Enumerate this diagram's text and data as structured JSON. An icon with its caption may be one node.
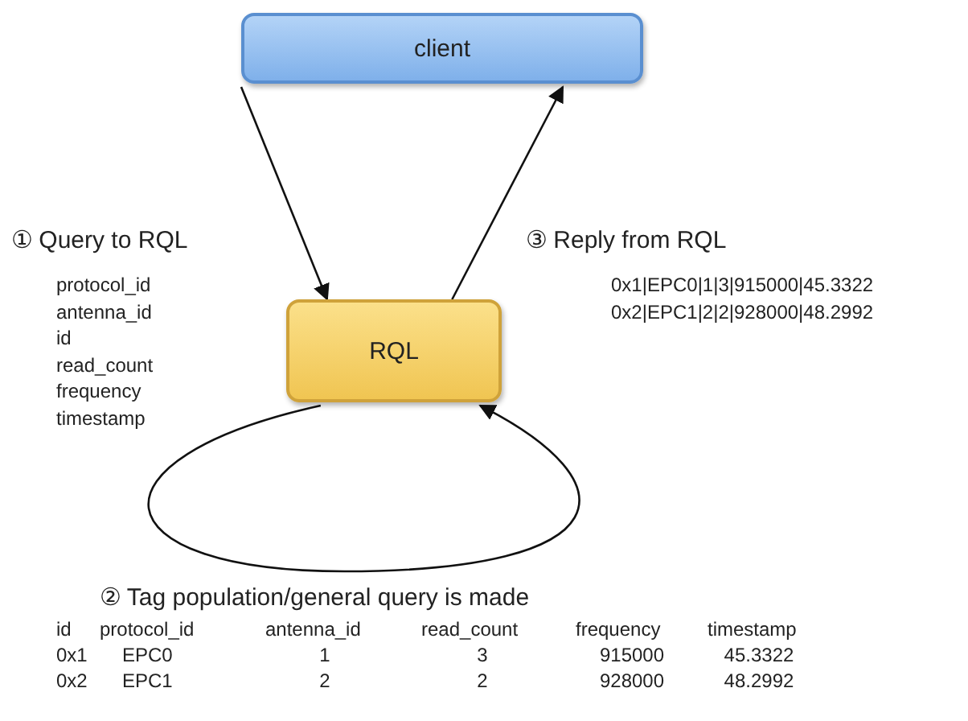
{
  "diagram": {
    "nodes": [
      {
        "text": [
          "client"
        ]
      },
      {
        "text": [
          "RQL"
        ]
      }
    ],
    "edges": [
      {
        "from": 0,
        "to": 1,
        "arrow": "to",
        "label": "① Query to RQL"
      },
      {
        "from": 1,
        "to": 0,
        "arrow": "to",
        "label": "③ Reply from RQL"
      },
      {
        "from": 1,
        "to": 1,
        "arrow": "to",
        "label": "② Tag population/general query is made"
      }
    ],
    "labels": [
      "protocol_id",
      "antenna_id",
      "id",
      "read_count",
      "frequency",
      "timestamp",
      "0x1|EPC0|1|3|915000|45.3322",
      "0x2|EPC1|2|2|928000|48.2992",
      "id",
      "protocol_id",
      "antenna_id",
      "read_count",
      "frequency",
      "timestamp",
      "0x1",
      "EPC0",
      "1",
      "3",
      "915000",
      "45.3322",
      "0x2",
      "EPC1",
      "2",
      "2",
      "928000",
      "48.2992"
    ]
  }
}
